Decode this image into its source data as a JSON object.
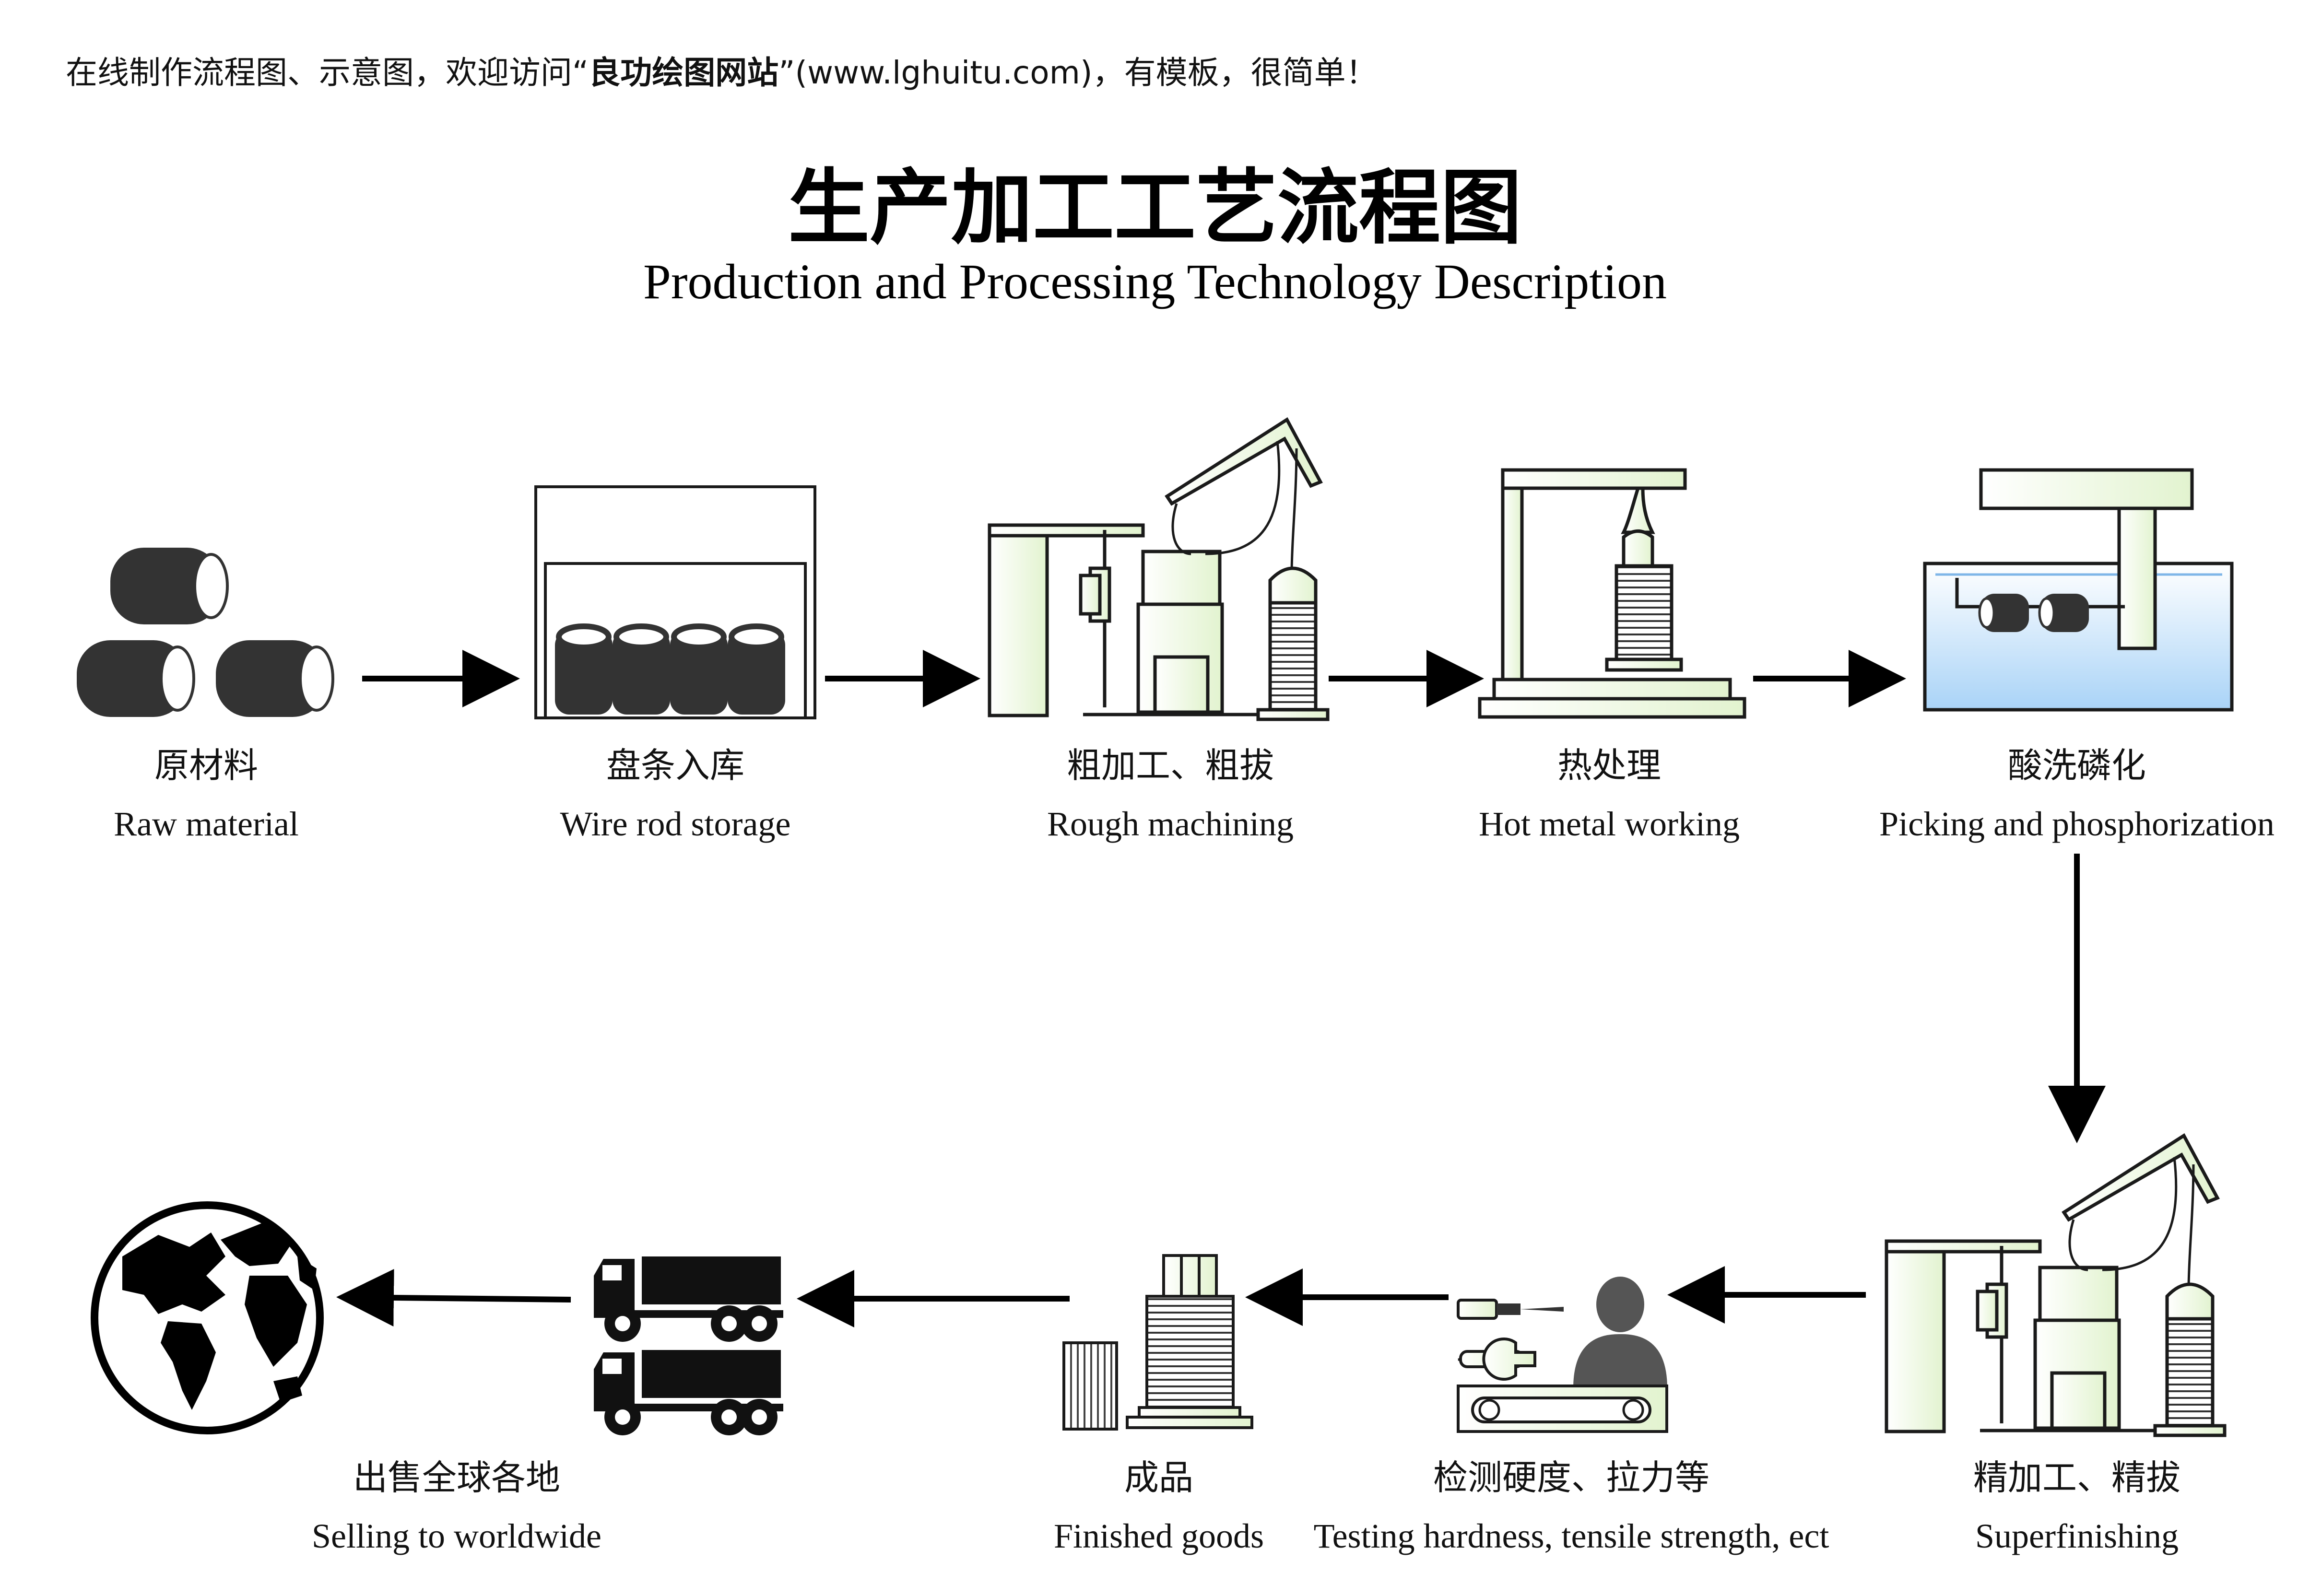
{
  "banner": {
    "prefix": "在线制作流程图、示意图，欢迎访问“",
    "site_name": "良功绘图网站",
    "suffix": "”(www.lghuitu.com)，有模板，很简单！"
  },
  "title": "生产加工工艺流程图",
  "subtitle": "Production and Processing Technology Description",
  "steps": [
    {
      "cn": "原材料",
      "en": "Raw material"
    },
    {
      "cn": "盘条入库",
      "en": "Wire rod storage"
    },
    {
      "cn": "粗加工、粗拔",
      "en": "Rough machining"
    },
    {
      "cn": "热处理",
      "en": "Hot metal working"
    },
    {
      "cn": "酸洗磷化",
      "en": "Picking and phosphorization"
    },
    {
      "cn": "精加工、精拔",
      "en": "Superfinishing"
    },
    {
      "cn": "检测硬度、拉力等",
      "en": "Testing hardness, tensile strength, ect"
    },
    {
      "cn": "成品",
      "en": "Finished goods"
    },
    {
      "cn": "出售全球各地",
      "en": "Selling to worldwide"
    }
  ],
  "colors": {
    "machine_fill": "#eef8e2",
    "machine_stroke": "#1a1a1a",
    "coil_fill": "#333333",
    "tank_water": "#a9d3f7",
    "arrow": "#000000"
  },
  "icons": [
    "coil-stack-icon",
    "warehouse-icon",
    "drawing-machine-icon",
    "furnace-icon",
    "acid-tank-icon",
    "drawing-machine-icon",
    "inspector-icon",
    "finished-goods-icon",
    "trucks-icon",
    "globe-icon"
  ]
}
